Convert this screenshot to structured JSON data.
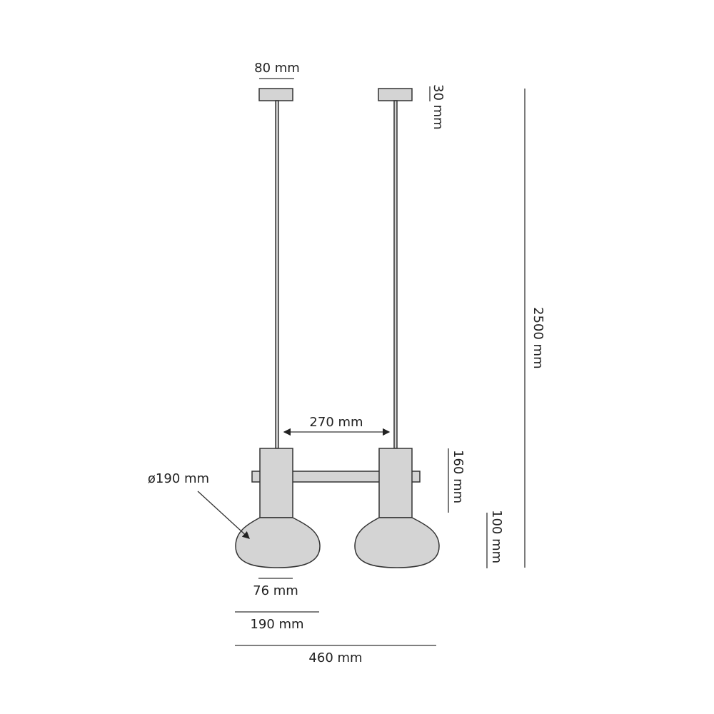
{
  "colors": {
    "fill": "#d4d4d4",
    "stroke": "#333333",
    "background": "#ffffff"
  },
  "dimensions": {
    "canopy_width": "80 mm",
    "canopy_height": "30 mm",
    "total_height": "2500 mm",
    "shade_spacing": "270 mm",
    "body_height": "160 mm",
    "glass_height": "100 mm",
    "glass_diameter": "ø190 mm",
    "neck_width": "76 mm",
    "shade_width": "190 mm",
    "total_width": "460 mm"
  }
}
